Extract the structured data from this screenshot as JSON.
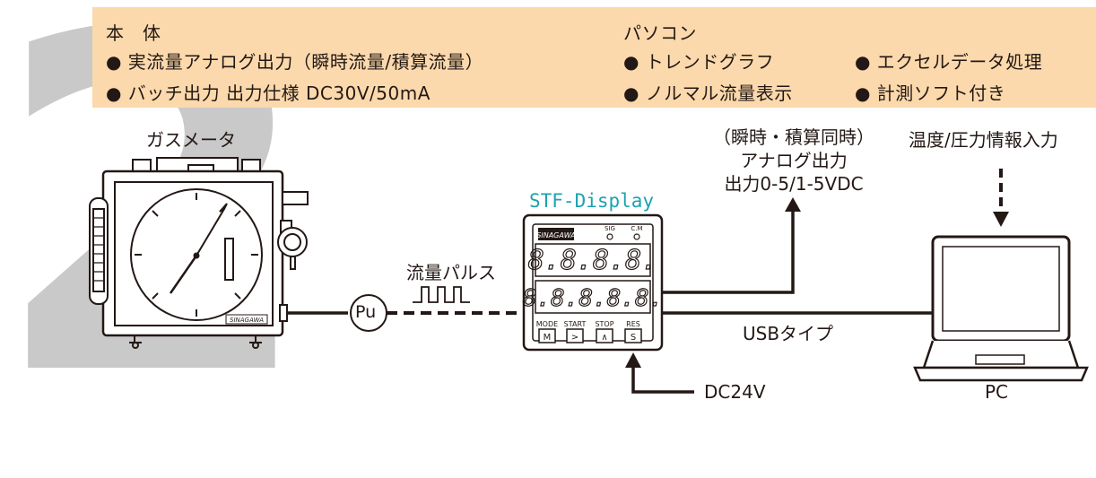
{
  "big_number": "2",
  "features": {
    "body": {
      "title": "本　体",
      "items": [
        "● 実流量アナログ出力（瞬時流量/積算流量）",
        "● バッチ出力 出力仕様 DC30V/50mA"
      ]
    },
    "pc": {
      "title": "パソコン",
      "items": [
        "● トレンドグラフ",
        "● エクセルデータ処理",
        "● ノルマル流量表示",
        "● 計測ソフト付き"
      ]
    }
  },
  "labels": {
    "gas_meter": "ガスメータ",
    "pulse_sensor": "Pu",
    "flow_pulse": "流量パルス",
    "stf_display": "STF-Display",
    "analog_output": [
      "（瞬時・積算同時）",
      "アナログ出力",
      "出力0-5/1-5VDC"
    ],
    "temp_pressure": "温度/圧力情報入力",
    "usb": "USBタイプ",
    "power": "DC24V",
    "pc": "PC"
  },
  "display_unit": {
    "brand": "SINAGAWA",
    "leds": [
      "SIG",
      "C.M"
    ],
    "digits_top": "8.8.8.8.",
    "digits_bottom": "8.8.8.8.8.",
    "button_labels": [
      "MODE",
      "START",
      "STOP",
      "RES"
    ],
    "button_keys": [
      "M",
      ">",
      "∧",
      "S"
    ]
  },
  "meter_brand": "SINAGAWA",
  "colors": {
    "panel": "#fbd9ac",
    "accent": "#1aa3b0",
    "ink": "#231815",
    "watermark": "#c9c9c9"
  }
}
